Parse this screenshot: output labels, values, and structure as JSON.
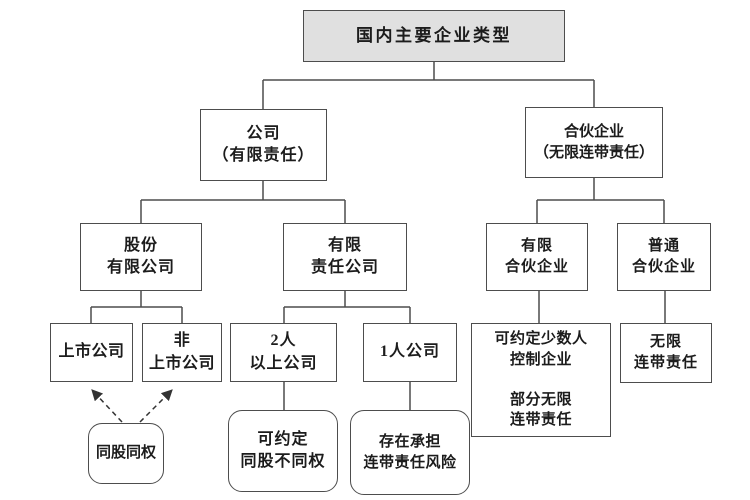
{
  "diagram": {
    "colors": {
      "background": "#ffffff",
      "box_border": "#4d4d4d",
      "box_fill": "#ffffff",
      "root_fill": "#e0e0e0",
      "text": "#1c1c1c",
      "connector": "#4d4d4d",
      "dashed_arrow": "#333333"
    },
    "nodes": {
      "root": {
        "text": "国内主要企业类型"
      },
      "company": {
        "text": "公司\n（有限责任）"
      },
      "partnership": {
        "text": "合伙企业\n（无限连带责任）"
      },
      "joint_stock_company": {
        "text": "股份\n有限公司"
      },
      "limited_liability_company": {
        "text": "有限\n责任公司"
      },
      "limited_partnership": {
        "text": "有限\n合伙企业"
      },
      "general_partnership": {
        "text": "普通\n合伙企业"
      },
      "listed_company": {
        "text": "上市公司"
      },
      "unlisted_company": {
        "text": "非\n上市公司"
      },
      "two_plus_person_company": {
        "text": "2人\n以上公司"
      },
      "one_person_company": {
        "text": "1人公司"
      },
      "limited_partnership_note": {
        "text": "可约定少数人\n控制企业\n\n部分无限\n连带责任"
      },
      "unlimited_joint_liability": {
        "text": "无限\n连带责任"
      },
      "same_shares_same_rights": {
        "text": "同股同权"
      },
      "agreed_different_rights": {
        "text": "可约定\n同股不同权"
      },
      "joint_liability_risk": {
        "text": "存在承担\n连带责任风险"
      }
    }
  }
}
